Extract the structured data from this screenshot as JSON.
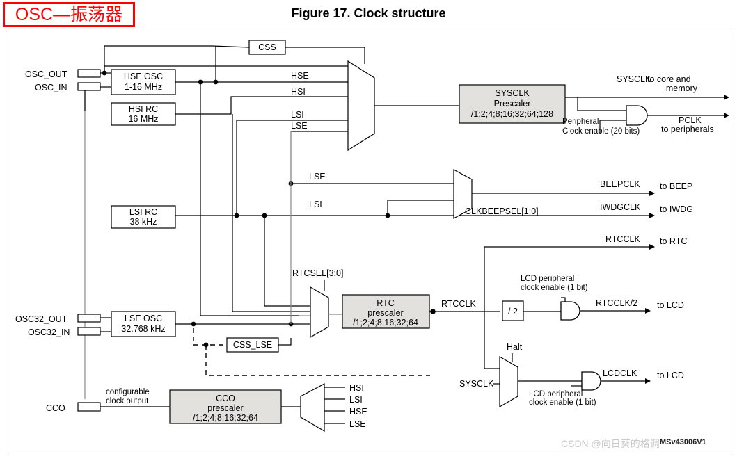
{
  "annotation": {
    "red_box_label": "OSC—振荡器",
    "red_box_color": "#ff0000"
  },
  "figure": {
    "title": "Figure 17. Clock structure",
    "id_code": "MSv43006V1",
    "watermark": "CSDN @向日葵的格调"
  },
  "blocks": {
    "hse_osc": {
      "line1": "HSE OSC",
      "line2": "1-16 MHz"
    },
    "hsi_rc": {
      "line1": "HSI RC",
      "line2": "16 MHz"
    },
    "lsi_rc": {
      "line1": "LSI RC",
      "line2": "38 kHz"
    },
    "lse_osc": {
      "line1": "LSE OSC",
      "line2": "32.768 kHz"
    },
    "css": {
      "label": "CSS"
    },
    "css_lse": {
      "label": "CSS_LSE"
    },
    "sysclk_prescaler": {
      "line1": "SYSCLK",
      "line2": "Prescaler",
      "line3": "/1;2;4;8;16;32;64;128"
    },
    "rtc_prescaler": {
      "line1": "RTC",
      "line2": "prescaler",
      "line3": "/1;2;4;8;16;32;64"
    },
    "cco_prescaler": {
      "line1": "CCO",
      "line2": "prescaler",
      "line3": "/1;2;4;8;16;32;64"
    },
    "div2": {
      "label": "/ 2"
    }
  },
  "pins": {
    "osc_out": "OSC_OUT",
    "osc_in": "OSC_IN",
    "osc32_out": "OSC32_OUT",
    "osc32_in": "OSC32_IN",
    "cco": "CCO"
  },
  "mux_main": {
    "inputs": [
      "HSE",
      "HSI",
      "LSI",
      "LSE"
    ],
    "select_source": "CSS"
  },
  "mux_beep": {
    "inputs": [
      "LSE",
      "LSI"
    ],
    "select_label": "CLKBEEPSEL[1:0]"
  },
  "mux_rtc": {
    "select_label": "RTCSEL[3:0]"
  },
  "mux_lcd": {
    "select_label": "Halt",
    "input_label": "SYSCLK"
  },
  "mux_cco": {
    "outputs": [
      "HSI",
      "LSI",
      "HSE",
      "LSE"
    ]
  },
  "labels": {
    "bus_hse": "HSE",
    "bus_hsi": "HSI",
    "bus_lsi": "LSI",
    "bus_lse": "LSE",
    "lse_beep": "LSE",
    "lsi_beep": "LSI",
    "configurable_clock_output_l1": "configurable",
    "configurable_clock_output_l2": "clock output",
    "peripheral_enable_l1": "Peripheral",
    "peripheral_enable_l2": "Clock enable (20 bits)",
    "lcd_enable_top_l1": "LCD peripheral",
    "lcd_enable_top_l2": "clock enable (1 bit)",
    "lcd_enable_bot_l1": "LCD peripheral",
    "lcd_enable_bot_l2": "clock enable (1 bit)",
    "rtcclk_mid": "RTCCLK"
  },
  "outputs": [
    {
      "name": "SYSCLK",
      "dest_l1": "to core and",
      "dest_l2": "memory"
    },
    {
      "name": "PCLK",
      "dest_l1": "to peripherals"
    },
    {
      "name": "BEEPCLK",
      "dest": "to BEEP"
    },
    {
      "name": "IWDGCLK",
      "dest": "to IWDG"
    },
    {
      "name": "RTCCLK",
      "dest": "to RTC"
    },
    {
      "name": "RTCCLK/2",
      "dest": "to LCD"
    },
    {
      "name": "LCDCLK",
      "dest": "to LCD"
    }
  ]
}
